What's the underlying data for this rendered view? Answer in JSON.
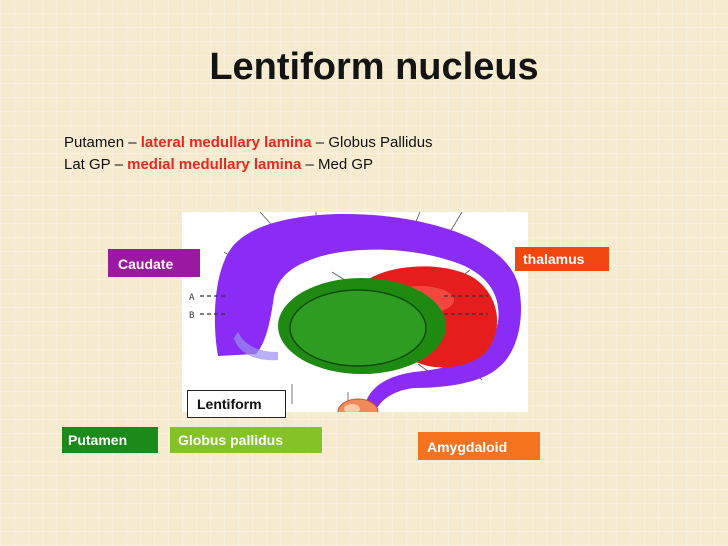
{
  "slide": {
    "title": "Lentiform nucleus",
    "line1": {
      "before": "Putamen – ",
      "highlight": "lateral medullary lamina",
      "after": " – Globus Pallidus"
    },
    "line2": {
      "before": "Lat GP – ",
      "highlight": "medial medullary lamina",
      "after": " – Med GP"
    }
  },
  "labels": {
    "caudate": "Caudate",
    "thalamus": "thalamus",
    "lentiform": "Lentiform",
    "putamen": "Putamen",
    "globus_pallidus": "Globus pallidus",
    "amygdaloid": "Amygdaloid"
  },
  "figure": {
    "marker_a": "A",
    "marker_b": "B"
  },
  "colors": {
    "caudate": "#9b18a0",
    "thalamus_label": "#f0470f",
    "putamen": "#1a8a1a",
    "globus_pallidus": "#84c226",
    "amygdaloid": "#f5731f",
    "highlight_text": "#e8271f",
    "caudate_structure": "#8a2cf5",
    "thalamus_structure": "#e51d1d",
    "lentiform_outer": "#1f8a12",
    "lentiform_inner": "#2e9b22"
  }
}
